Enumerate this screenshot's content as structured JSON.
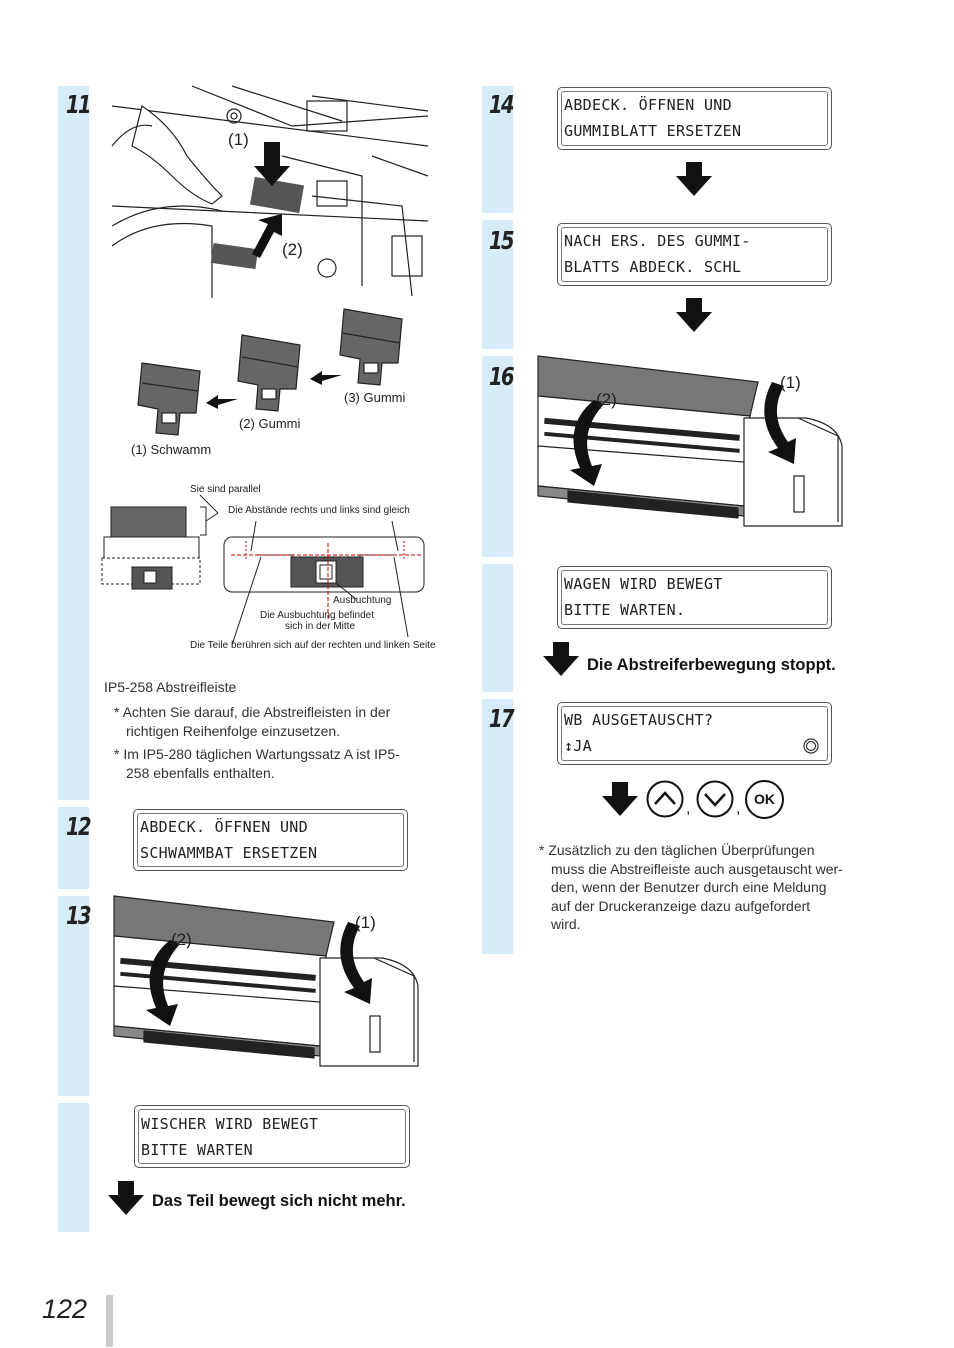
{
  "page": {
    "number": "122"
  },
  "steps": {
    "s11": {
      "num": "11",
      "callout1": "(1)",
      "callout2": "(2)",
      "part1": "(1) Schwamm",
      "part2": "(2) Gummi",
      "part3": "(3) Gummi",
      "detail_parallel": "Sie sind parallel",
      "detail_gaps": "Die Abstände rechts und links sind gleich",
      "detail_notch": "Ausbuchtung",
      "detail_center1": "Die Ausbuchtung befindet",
      "detail_center2": "sich in der Mitte",
      "detail_touch": "Die Teile berühren sich auf der rechten und linken Seite",
      "part_title": "IP5-258 Abstreifleiste",
      "note1a": "* Achten Sie darauf, die Abstreifleisten in der",
      "note1b": "richtigen Reihenfolge einzusetzen.",
      "note2a": "* Im IP5-280 täglichen Wartungssatz A ist IP5-",
      "note2b": "258 ebenfalls enthalten."
    },
    "s12": {
      "num": "12",
      "lcd1": "ABDECK. ÖFFNEN UND",
      "lcd2": "SCHWAMMBAT ERSETZEN"
    },
    "s13": {
      "num": "13",
      "callout1": "(1)",
      "callout2": "(2)",
      "lcd1": "WISCHER WIRD BEWEGT",
      "lcd2": "BITTE WARTEN",
      "result": "Das Teil bewegt sich nicht mehr."
    },
    "s14": {
      "num": "14",
      "lcd1": "ABDECK. ÖFFNEN UND",
      "lcd2": "GUMMIBLATT ERSETZEN"
    },
    "s15": {
      "num": "15",
      "lcd1": "NACH ERS. DES GUMMI-",
      "lcd2": "BLATTS ABDECK. SCHL"
    },
    "s16": {
      "num": "16",
      "callout1": "(1)",
      "callout2": "(2)",
      "lcd1": "WAGEN WIRD BEWEGT",
      "lcd2": "BITTE WARTEN.",
      "result": "Die Abstreiferbewegung stoppt."
    },
    "s17": {
      "num": "17",
      "lcd1": "WB AUSGETAUSCHT?",
      "lcd2": "↕JA",
      "ok_label": "OK",
      "sep": ",",
      "note1": "* Zusätzlich zu den täglichen Überprüfungen",
      "note2": "muss die Abstreifleiste auch ausgetauscht wer-",
      "note3": "den, wenn der Benutzer durch eine Meldung",
      "note4": "auf der Druckeranzeige dazu aufgefordert",
      "note5": "wird."
    }
  },
  "colors": {
    "step_bar": "#d6ecf8",
    "text": "#1a1a1a",
    "page_bar": "#cccccc"
  }
}
